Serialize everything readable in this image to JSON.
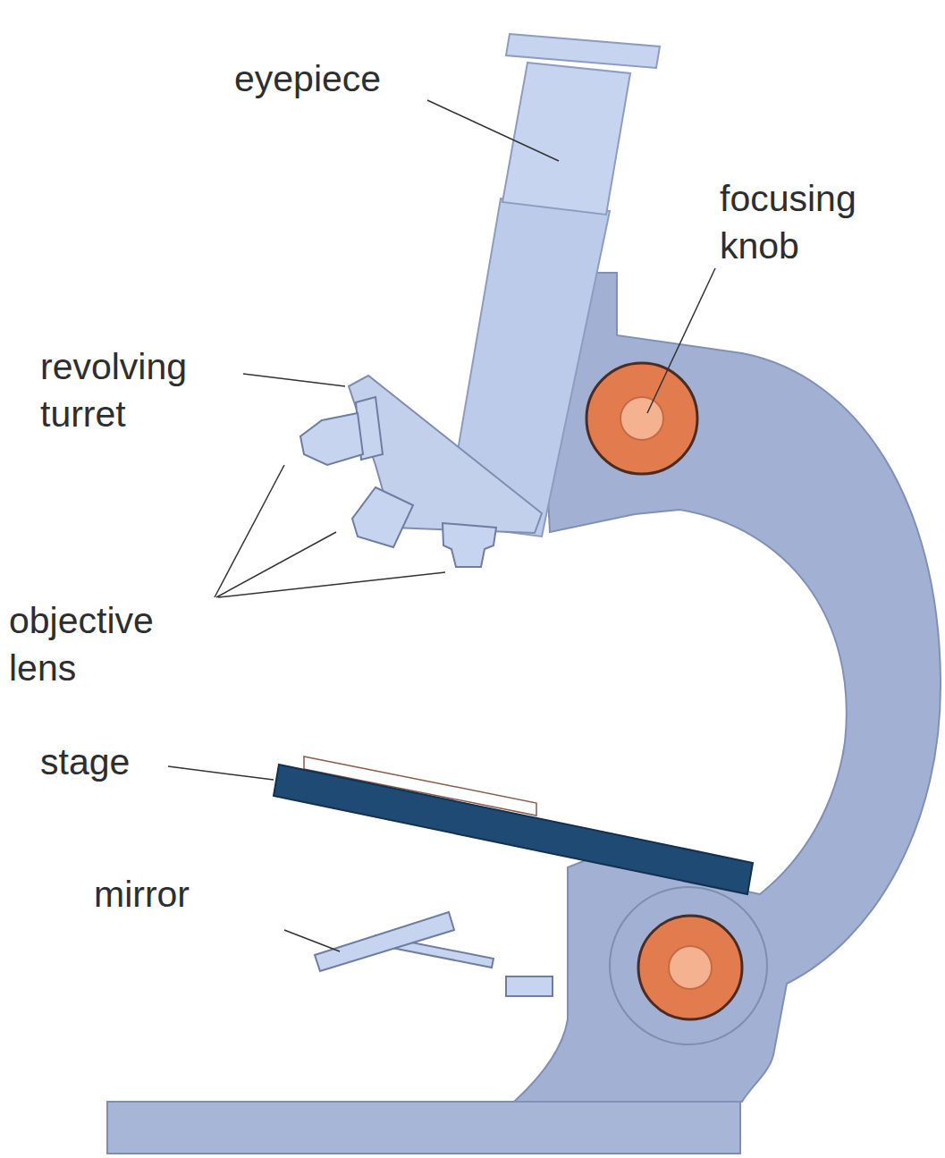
{
  "diagram": {
    "labels": [
      "eyepiece",
      "focusing knob",
      "revolving turret",
      "objective lens",
      "stage",
      "mirror"
    ]
  }
}
